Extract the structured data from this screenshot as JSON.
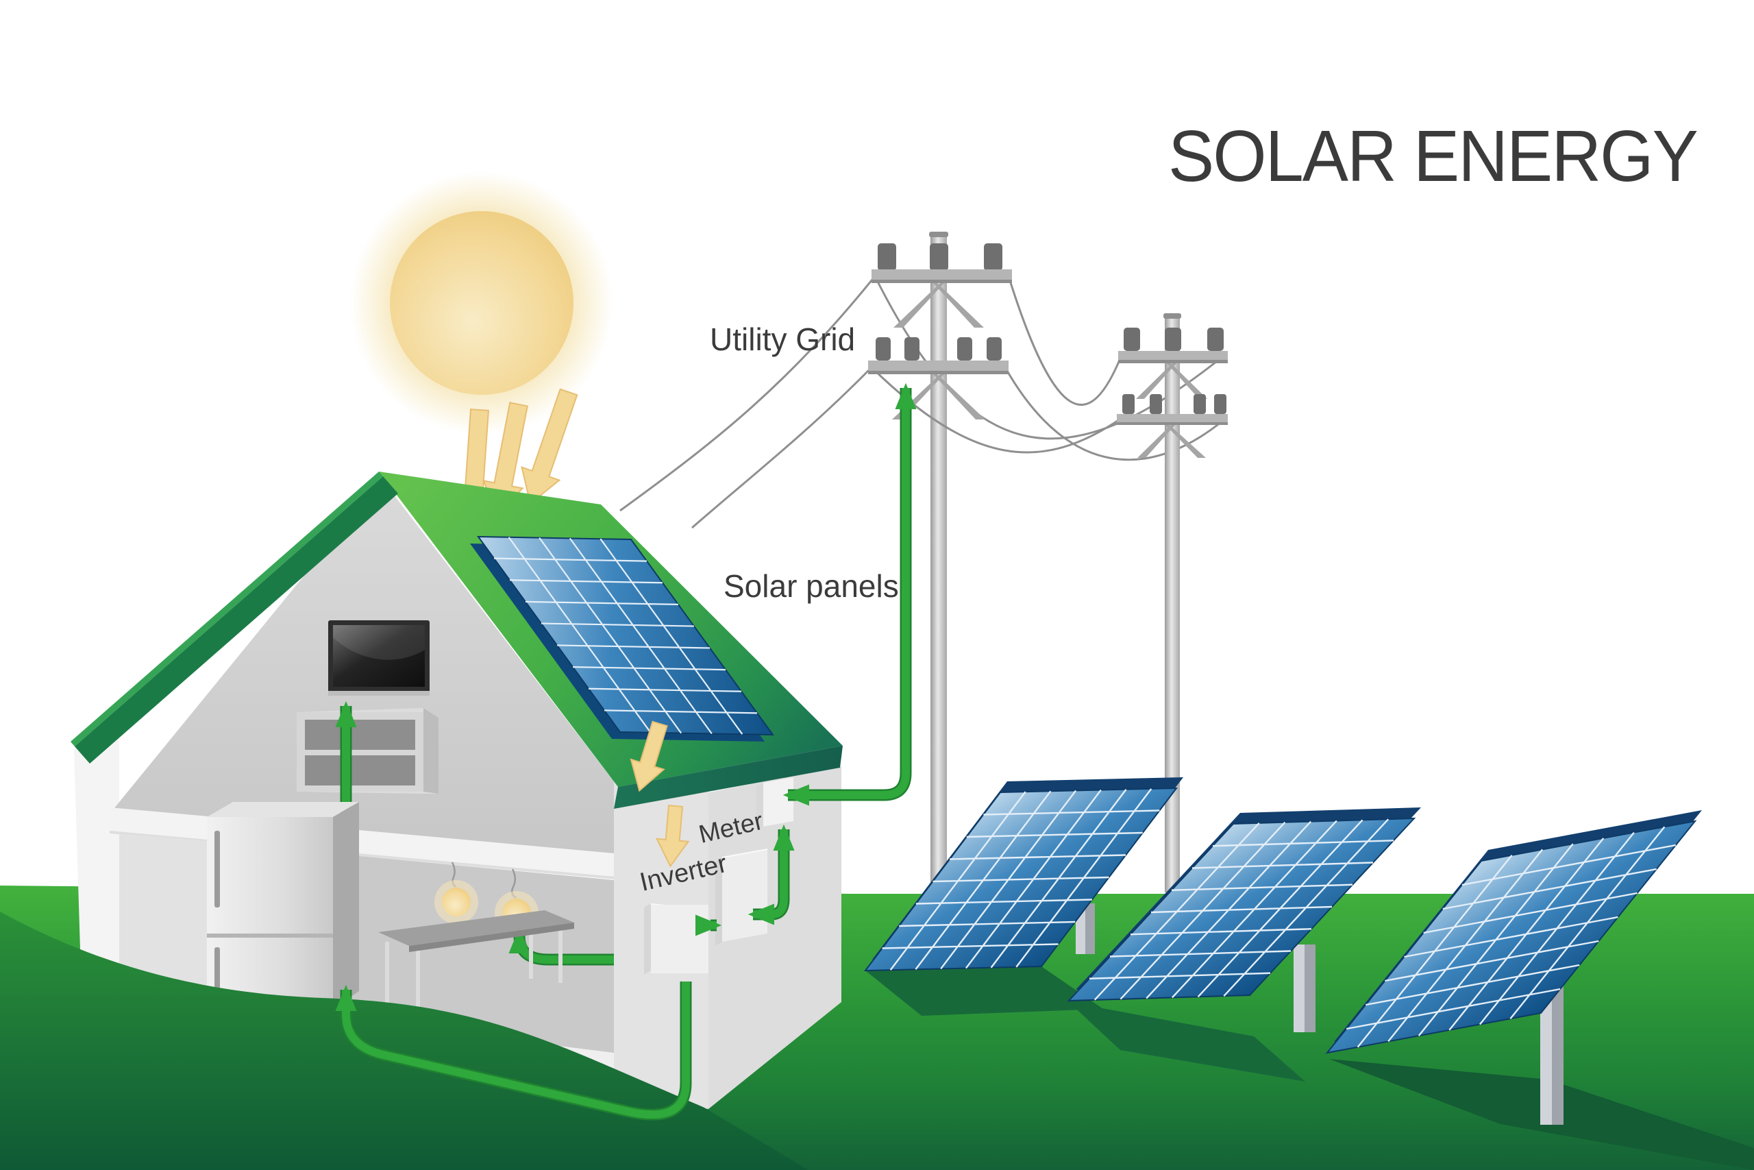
{
  "title": {
    "text": "SOLAR ENERGY"
  },
  "labels": {
    "utility_grid": "Utility Grid",
    "solar_panels": "Solar panels",
    "meter": "Meter",
    "inverter": "Inverter"
  },
  "colors": {
    "text_dark": "#3b3b3b",
    "flow_green": "#2fa83c",
    "flow_green_dark": "#1f8230",
    "roof_green_light": "#63c14e",
    "roof_green_dark": "#197354",
    "sun_yellow": "#f3d795",
    "sun_arrow_edge": "#e6be72",
    "panel_blue_light": "#a9c9e6",
    "panel_blue_dark": "#0f4f86",
    "panel_edge_navy": "#123f6e",
    "grass_light": "#43b23d",
    "grass_dark": "#146237",
    "wall_gray": "#d8d8d8",
    "pole_gray": "#b5b5b5"
  },
  "components": [
    "sun",
    "sun-rays",
    "house",
    "roof-solar-panel",
    "utility-pole",
    "power-lines",
    "ground-solar-panels",
    "inverter-box",
    "meter-box",
    "service-box",
    "tv",
    "cabinet",
    "fridge",
    "pendant-lamps",
    "table",
    "energy-flow-arrows"
  ]
}
